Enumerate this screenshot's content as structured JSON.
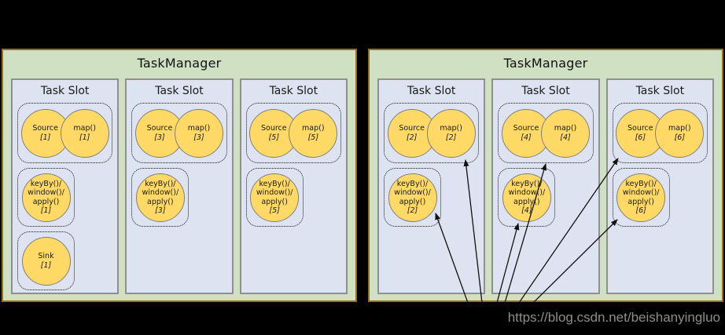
{
  "watermark": "https://blog.csdn.net/beishanyingluo",
  "colors": {
    "background": "#000000",
    "taskmanager_fill": "#cfe1c2",
    "taskmanager_border": "#96701f",
    "slot_fill": "#dde3f0",
    "slot_border": "#8f8f8f",
    "task_circle_fill": "#ffd966",
    "watermark_text": "#8d8d8d"
  },
  "taskmanagers": [
    {
      "title": "TaskManager",
      "slots": [
        {
          "title": "Task Slot",
          "source_label": "Source",
          "source_id": "[1]",
          "map_label": "map()",
          "map_id": "[1]",
          "op_lines": [
            "keyBy()/",
            "window()/",
            "apply()"
          ],
          "op_id": "[1]",
          "sink_label": "Sink",
          "sink_id": "[1]"
        },
        {
          "title": "Task Slot",
          "source_label": "Source",
          "source_id": "[3]",
          "map_label": "map()",
          "map_id": "[3]",
          "op_lines": [
            "keyBy()/",
            "window()/",
            "apply()"
          ],
          "op_id": "[3]"
        },
        {
          "title": "Task Slot",
          "source_label": "Source",
          "source_id": "[5]",
          "map_label": "map()",
          "map_id": "[5]",
          "op_lines": [
            "keyBy()/",
            "window()/",
            "apply()"
          ],
          "op_id": "[5]"
        }
      ]
    },
    {
      "title": "TaskManager",
      "slots": [
        {
          "title": "Task Slot",
          "source_label": "Source",
          "source_id": "[2]",
          "map_label": "map()",
          "map_id": "[2]",
          "op_lines": [
            "keyBy()/",
            "window()/",
            "apply()"
          ],
          "op_id": "[2]"
        },
        {
          "title": "Task Slot",
          "source_label": "Source",
          "source_id": "[4]",
          "map_label": "map()",
          "map_id": "[4]",
          "op_lines": [
            "keyBy()/",
            "window()/",
            "apply()"
          ],
          "op_id": "[4]"
        },
        {
          "title": "Task Slot",
          "source_label": "Source",
          "source_id": "[6]",
          "map_label": "map()",
          "map_id": "[6]",
          "op_lines": [
            "keyBy()/",
            "window()/",
            "apply()"
          ],
          "op_id": "[6]"
        }
      ]
    }
  ]
}
